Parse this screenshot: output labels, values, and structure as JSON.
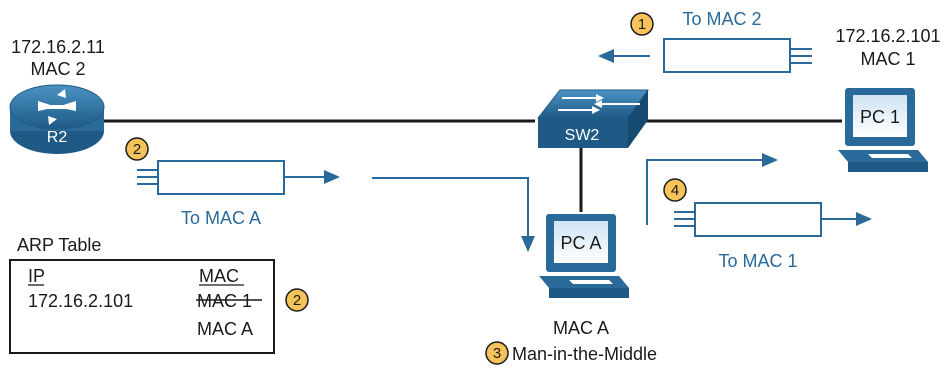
{
  "devices": {
    "router": {
      "name": "R2",
      "ip": "172.16.2.11",
      "mac": "MAC 2"
    },
    "switch": {
      "name": "SW2"
    },
    "pc1": {
      "name": "PC 1",
      "ip": "172.16.2.101",
      "mac": "MAC 1"
    },
    "pca": {
      "name": "PC A",
      "mac": "MAC A"
    }
  },
  "frames": {
    "to_mac2": "To MAC 2",
    "to_maca": "To MAC A",
    "to_mac1": "To MAC 1"
  },
  "badges": {
    "step1": "1",
    "step2": "2",
    "step3": "3",
    "step4": "4"
  },
  "caption": "Man-in-the-Middle",
  "arp_table": {
    "title": "ARP Table",
    "col_ip": "IP",
    "col_mac": "MAC",
    "ip_value": "172.16.2.101",
    "old_mac": "MAC 1",
    "new_mac": "MAC A"
  },
  "colors": {
    "device_blue": "#2a6a9a",
    "badge_fill": "#f6c35b",
    "link_line": "#1a1a1a"
  }
}
